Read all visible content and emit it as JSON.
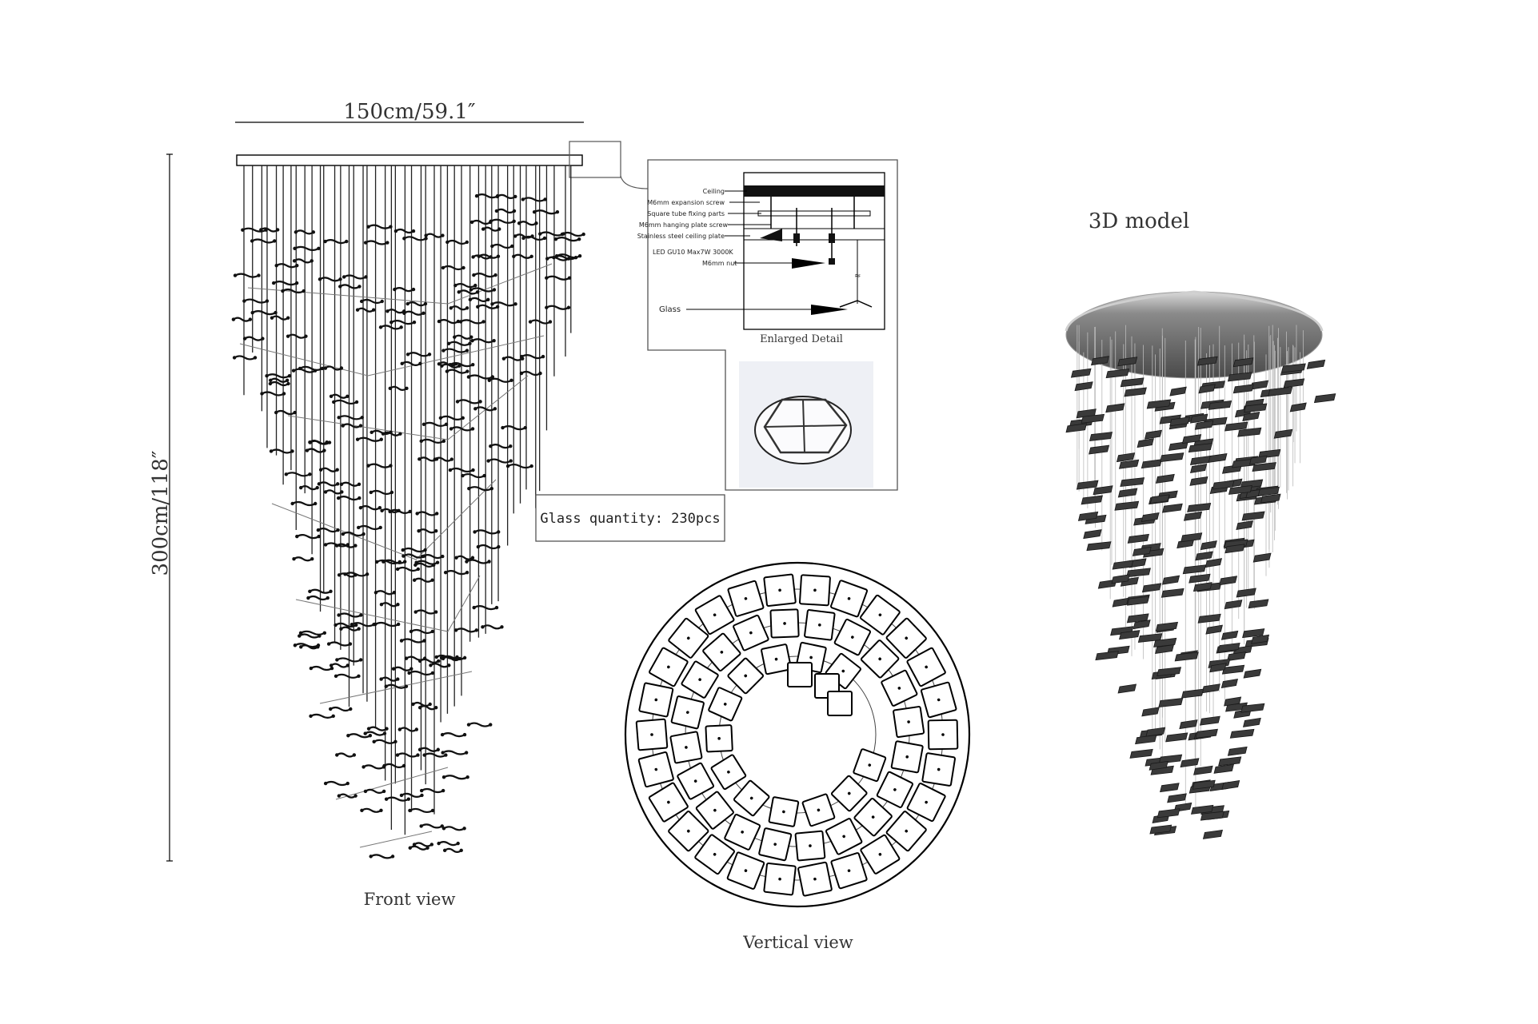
{
  "dimensions": {
    "width_label": "150cm/59.1″",
    "height_label": "300cm/118″"
  },
  "views": {
    "front": "Front view",
    "vertical": "Vertical view",
    "model": "3D model",
    "enlarged": "Enlarged Detail"
  },
  "detail_labels": {
    "ceiling": "Ceiling",
    "expansion_screw": "M6mm expansion screw",
    "square_tube": "Square tube fixing parts",
    "hanging_plate_screw": "M6mm hanging plate screw",
    "ceiling_plate": "Stainless steel ceiling plate",
    "led": "LED  GU10  Max7W  3000K",
    "nut": "M6mm nut",
    "glass": "Glass"
  },
  "glass_quantity": "Glass quantity: 230pcs"
}
